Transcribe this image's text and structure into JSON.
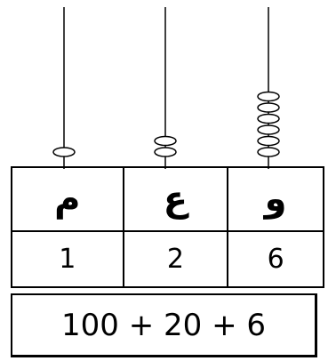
{
  "abacus": {
    "rods": [
      {
        "place": "hundreds",
        "beads": 1
      },
      {
        "place": "tens",
        "beads": 2
      },
      {
        "place": "ones",
        "beads": 6
      }
    ]
  },
  "table": {
    "headers": [
      "م",
      "ع",
      "و"
    ],
    "values": [
      "1",
      "2",
      "6"
    ]
  },
  "expression": "100 + 20 + 6"
}
